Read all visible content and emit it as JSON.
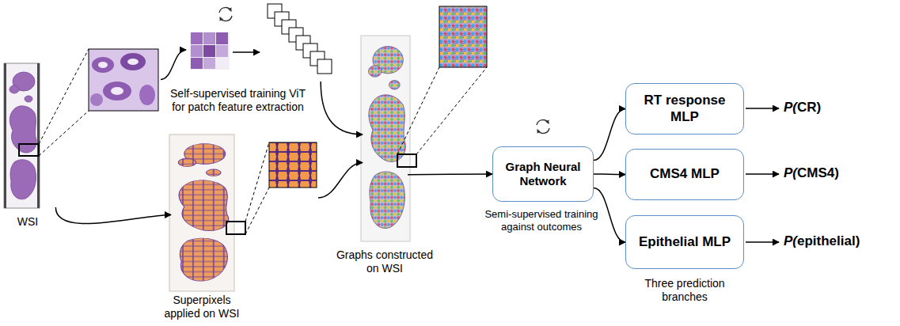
{
  "diagram": {
    "nodes": [
      {
        "text": [
          "WSI"
        ]
      },
      {
        "text": [
          "Self-supervised training ViT for patch feature extraction"
        ]
      },
      {
        "text": [
          "Superpixels applied on WSI"
        ]
      },
      {
        "text": [
          "Graphs constructed on WSI"
        ]
      },
      {
        "text": [
          "Graph Neural Network"
        ]
      },
      {
        "text": [
          "RT response MLP"
        ]
      },
      {
        "text": [
          "CMS4 MLP"
        ]
      },
      {
        "text": [
          "Epithelial MLP"
        ]
      }
    ],
    "edges": [
      {
        "from": 0,
        "to": 1,
        "arrow": "to"
      },
      {
        "from": 0,
        "to": 2,
        "arrow": "to"
      },
      {
        "from": 1,
        "to": 3,
        "arrow": "to"
      },
      {
        "from": 2,
        "to": 3,
        "arrow": "to"
      },
      {
        "from": 3,
        "to": 4,
        "arrow": "to"
      },
      {
        "from": 4,
        "to": 5,
        "arrow": "to"
      },
      {
        "from": 4,
        "to": 6,
        "arrow": "to"
      },
      {
        "from": 4,
        "to": 7,
        "arrow": "to"
      }
    ],
    "labels": [
      "Semi-supervised training against outcomes",
      "P(CR)",
      "P(CMS4)",
      "P(epithelial)",
      "Three prediction branches"
    ]
  }
}
